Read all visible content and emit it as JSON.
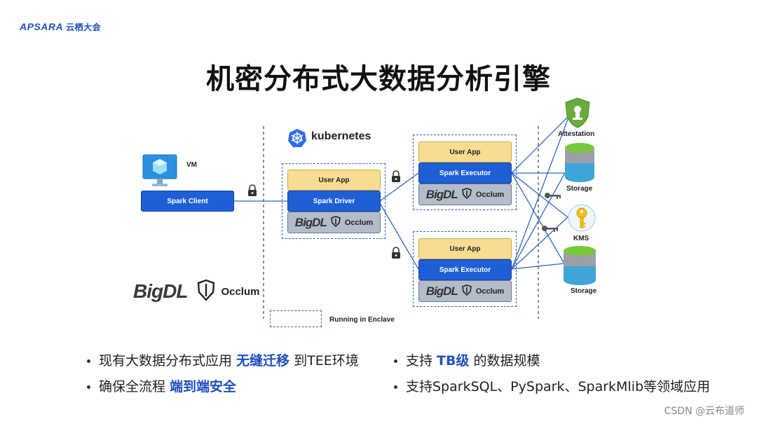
{
  "header": {
    "brand": "APSARA",
    "brand_cn": "云栖大会"
  },
  "title": "机密分布式大数据分析引擎",
  "diagram": {
    "vm_label": "VM",
    "spark_client": "Spark Client",
    "kubernetes": "kubernetes",
    "driver": {
      "user_app": "User App",
      "spark": "Spark Driver"
    },
    "executor1": {
      "user_app": "User App",
      "spark": "Spark Executor"
    },
    "executor2": {
      "user_app": "User App",
      "spark": "Spark Executor"
    },
    "bigdl": "BigDL",
    "occlum": "Occlum",
    "attestation": "Attestation",
    "storage1": "Storage",
    "kms": "KMS",
    "storage2": "Storage",
    "legend_enclave": "Running in Enclave"
  },
  "bullets": {
    "b1_pre": "现有大数据分布式应用 ",
    "b1_hl": "无缝迁移",
    "b1_post": " 到TEE环境",
    "b2_pre": "确保全流程 ",
    "b2_hl": "端到端安全",
    "b3_pre": "支持 ",
    "b3_hl": "TB级",
    "b3_post": " 的数据规模",
    "b4": "支持SparkSQL、PySpark、SparkMlib等领域应用"
  },
  "watermark": "CSDN @云布道师",
  "colors": {
    "accent": "#1f5fd6",
    "user_app": "#f8dc92",
    "enclave_gray": "#b3bccb",
    "highlight_text": "#1f4fbf"
  }
}
